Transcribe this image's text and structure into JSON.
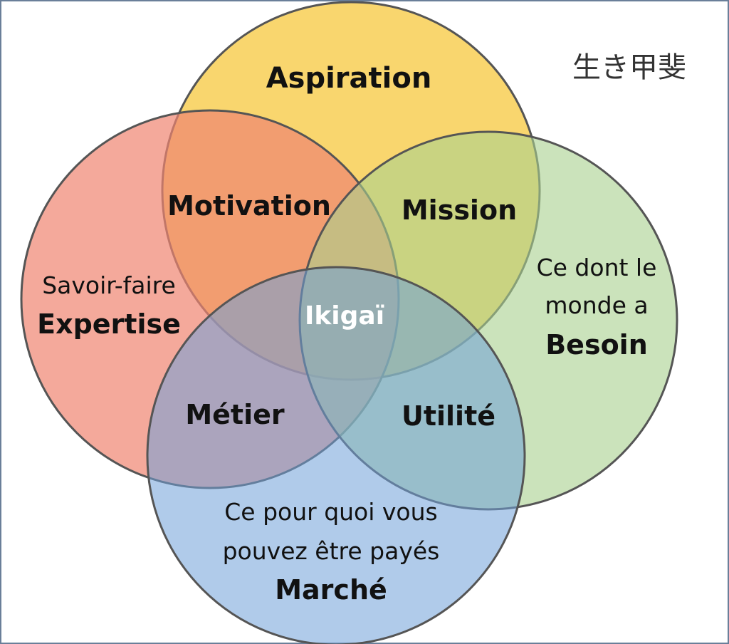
{
  "title_kanji": "生き甲斐",
  "circles": {
    "aspiration": {
      "color": "#f8cf55"
    },
    "expertise": {
      "color": "#f08470"
    },
    "besoin": {
      "color": "#a9d18e"
    },
    "marche": {
      "color": "#6fa0d8"
    }
  },
  "labels": {
    "aspiration": "Aspiration",
    "motivation": "Motivation",
    "mission": "Mission",
    "expertise_line1": "Savoir-faire",
    "expertise_line2": "Expertise",
    "besoin_line1": "Ce dont le",
    "besoin_line2": "monde a",
    "besoin_line3": "Besoin",
    "ikigai": "Ikigaï",
    "metier": "Métier",
    "utilite": "Utilité",
    "marche_line1": "Ce pour quoi vous",
    "marche_line2": "pouvez être payés",
    "marche_line3": "Marché"
  }
}
